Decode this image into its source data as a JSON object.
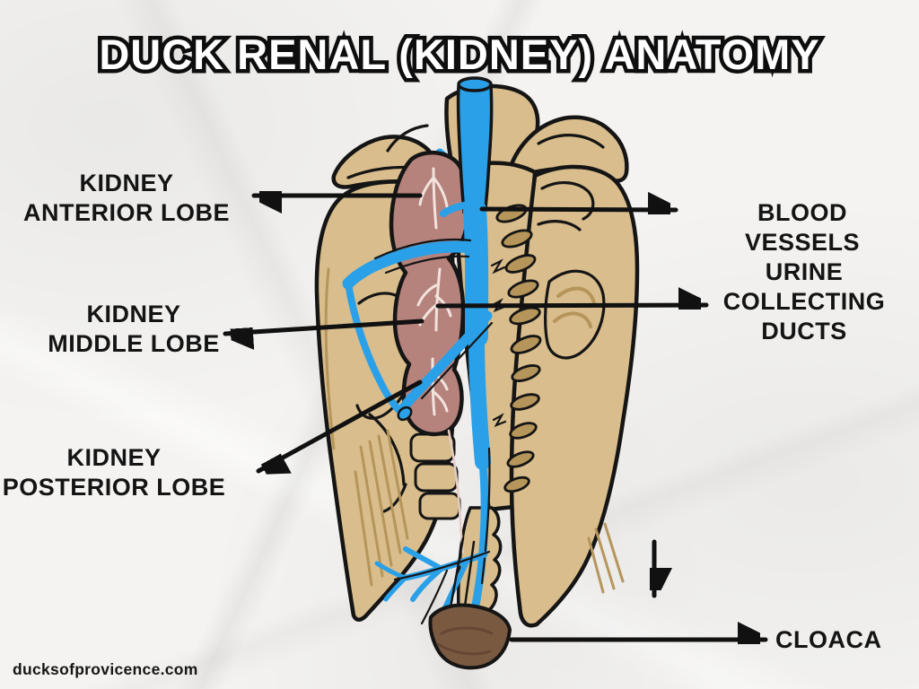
{
  "page": {
    "title": "DUCK RENAL (KIDNEY) ANATOMY",
    "watermark": "ducksofprovicence.com"
  },
  "diagram": {
    "type": "anatomical-illustration",
    "subject": "Dorsal view of a duck pelvis showing the left kidney, central blood vessels and cloaca, drawn on crumpled paper",
    "labels": {
      "kidney_anterior_lobe": "KIDNEY\nANTERIOR LOBE",
      "kidney_middle_lobe": "KIDNEY\nMIDDLE LOBE",
      "kidney_posterior_lobe": "KIDNEY\nPOSTERIOR LOBE",
      "blood_vessels": "BLOOD VESSELS",
      "urine_collecting_ducts": "URINE\nCOLLECTING\nDUCTS",
      "cloaca": "CLOACA"
    },
    "parts": [
      {
        "name": "pelvis-and-synsacrum-bones",
        "color_key": "bone"
      },
      {
        "name": "kidney-lobes",
        "color_key": "kidney"
      },
      {
        "name": "urine-collecting-ducts",
        "color_key": "kidney_ducts"
      },
      {
        "name": "blood-vessels",
        "color_key": "blood_vessel_blue"
      },
      {
        "name": "cloaca",
        "color_key": "cloaca_brown"
      }
    ],
    "colors": {
      "paper": "#f4f3f1",
      "bone": "#d9bd8c",
      "bone_shadow": "#b5955a",
      "kidney": "#b5827c",
      "kidney_ducts": "#f2e3dd",
      "blood_vessel_blue": "#2aa0e8",
      "cloaca_brown": "#7a5941",
      "outline": "#151515"
    }
  }
}
